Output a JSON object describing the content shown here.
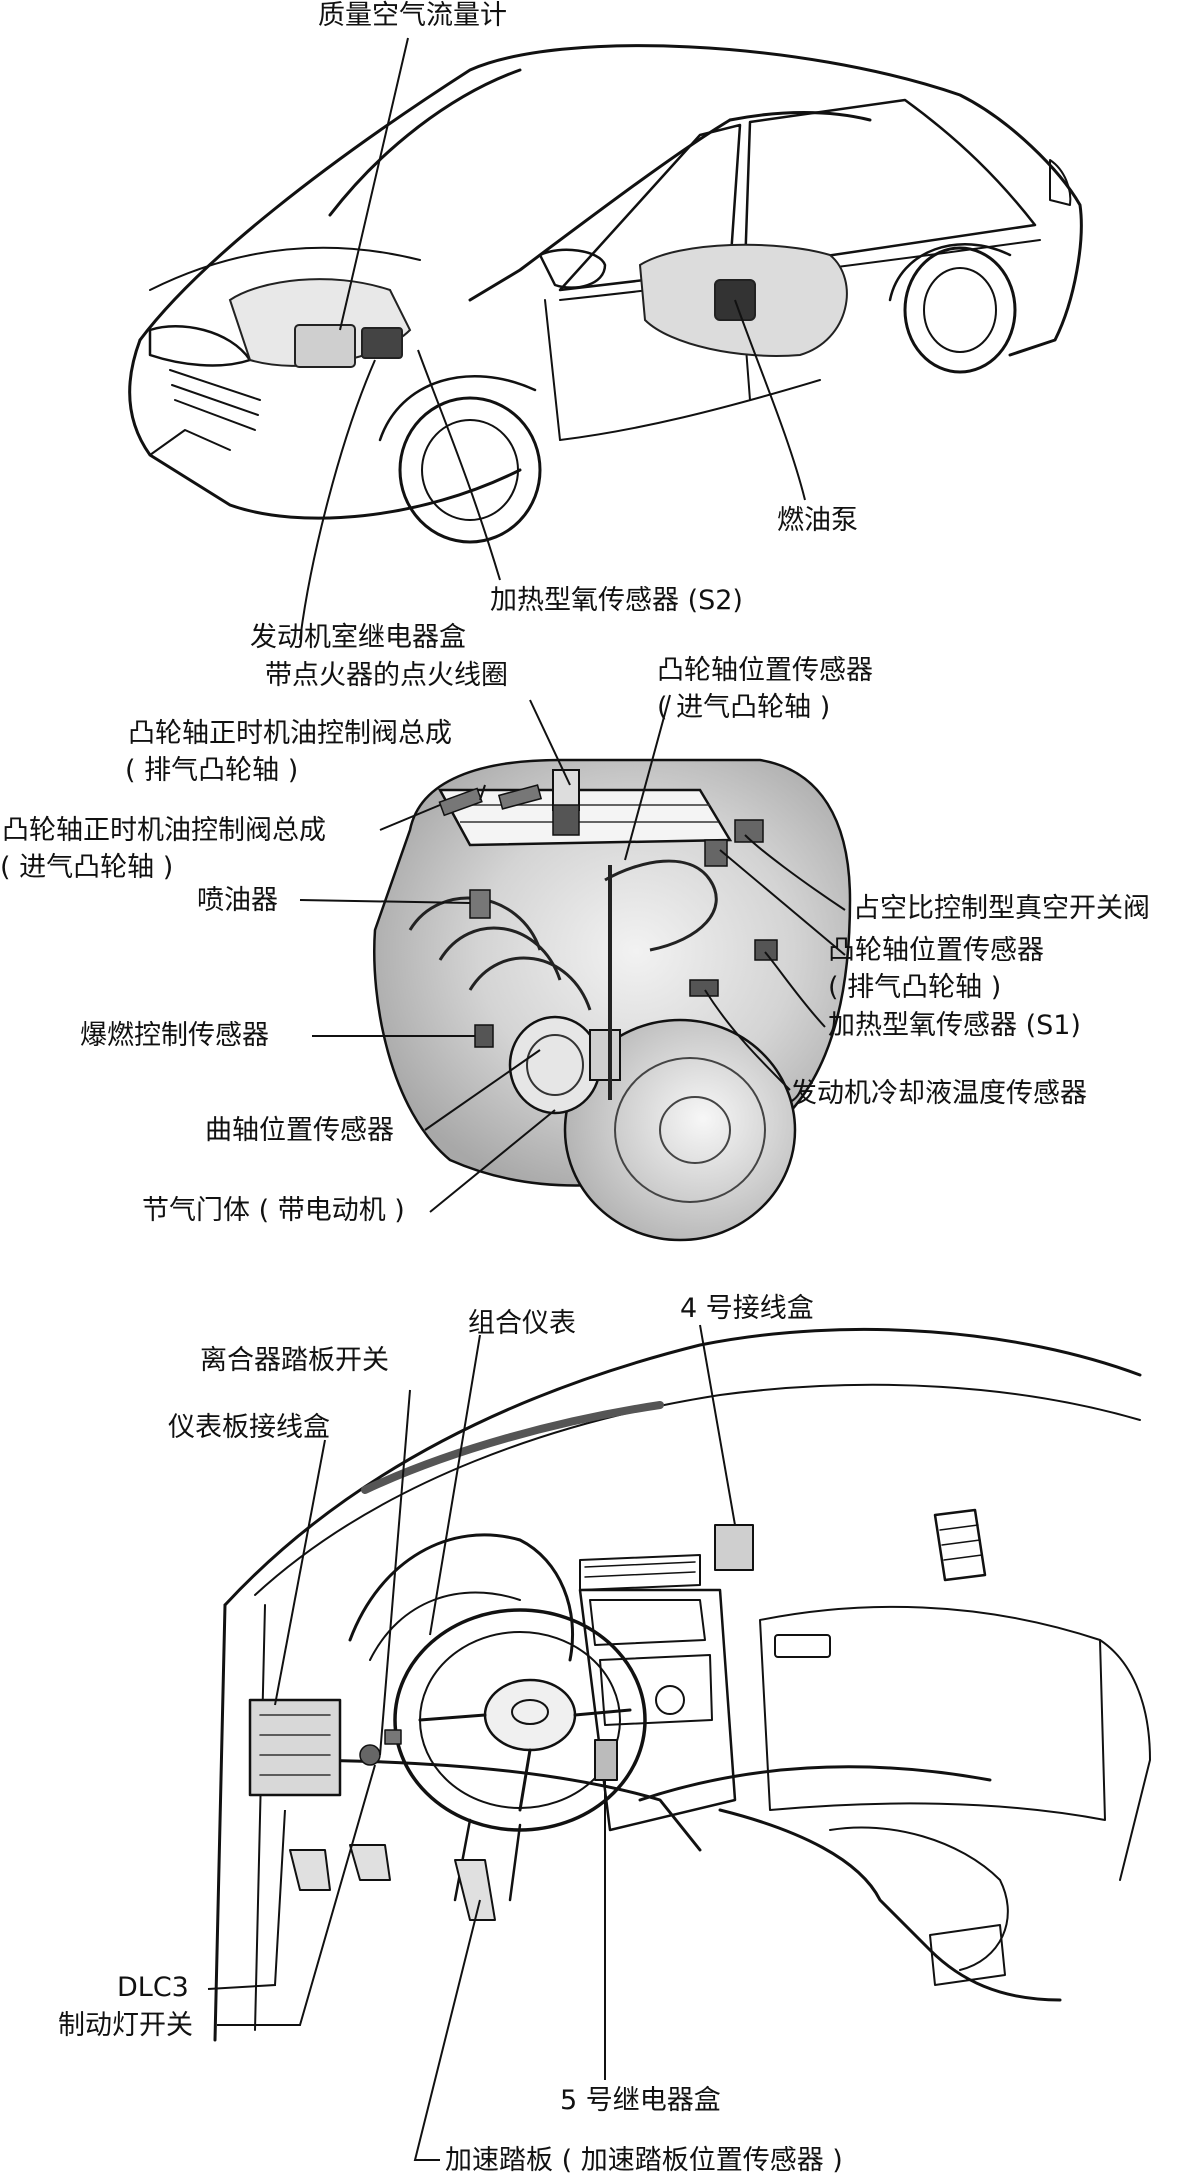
{
  "diagram": {
    "sections": [
      {
        "name": "vehicle-exterior",
        "labels": [
          {
            "id": "maf",
            "text": "质量空气流量计"
          },
          {
            "id": "fuelpump",
            "text": "燃油泵"
          },
          {
            "id": "o2s2",
            "text": "加热型氧传感器 (S2)"
          },
          {
            "id": "relaybox",
            "text": "发动机室继电器盒"
          }
        ]
      },
      {
        "name": "engine",
        "labels": [
          {
            "id": "coil",
            "text": "带点火器的点火线圈"
          },
          {
            "id": "camin1",
            "text": "凸轮轴位置传感器"
          },
          {
            "id": "camin2",
            "text": "( 进气凸轮轴 )"
          },
          {
            "id": "ocvex1",
            "text": "凸轮轴正时机油控制阀总成"
          },
          {
            "id": "ocvex2",
            "text": "( 排气凸轮轴 )"
          },
          {
            "id": "ocvin1",
            "text": "凸轮轴正时机油控制阀总成"
          },
          {
            "id": "ocvin2",
            "text": "( 进气凸轮轴 )"
          },
          {
            "id": "injector",
            "text": "喷油器"
          },
          {
            "id": "vsv",
            "text": "占空比控制型真空开关阀"
          },
          {
            "id": "camex1",
            "text": "凸轮轴位置传感器"
          },
          {
            "id": "camex2",
            "text": "( 排气凸轮轴 )"
          },
          {
            "id": "o2s1",
            "text": "加热型氧传感器 (S1)"
          },
          {
            "id": "knock",
            "text": "爆燃控制传感器"
          },
          {
            "id": "ect",
            "text": "发动机冷却液温度传感器"
          },
          {
            "id": "ckp",
            "text": "曲轴位置传感器"
          },
          {
            "id": "throttle",
            "text": "节气门体 ( 带电动机 )"
          }
        ]
      },
      {
        "name": "dashboard",
        "labels": [
          {
            "id": "jb4",
            "text": "4 号接线盒"
          },
          {
            "id": "combo",
            "text": "组合仪表"
          },
          {
            "id": "clutch",
            "text": "离合器踏板开关"
          },
          {
            "id": "ipjb",
            "text": "仪表板接线盒"
          },
          {
            "id": "dlc3",
            "text": "DLC3"
          },
          {
            "id": "stoplamp",
            "text": "制动灯开关"
          },
          {
            "id": "relay5",
            "text": "5 号继电器盒"
          },
          {
            "id": "pedal",
            "text": "加速踏板 ( 加速踏板位置传感器 )"
          }
        ]
      }
    ]
  }
}
